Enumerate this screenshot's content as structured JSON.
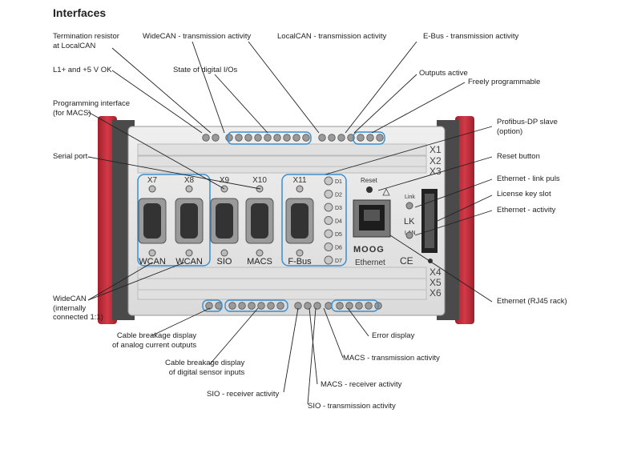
{
  "title": "Interfaces",
  "labels": {
    "termination_resistor": "Termination resistor\nat LocalCAN",
    "widecan_tx": "WideCAN - transmission activity",
    "localcan_tx": "LocalCAN - transmission activity",
    "ebus_tx": "E-Bus - transmission activity",
    "l1_5v": "L1+ and +5 V OK",
    "digital_io": "State of digital I/Os",
    "outputs_active": "Outputs active",
    "freely_programmable": "Freely programmable",
    "programming_interface": "Programming interface\n(for MACS)",
    "profibus": "Profibus-DP slave\n(option)",
    "serial_port": "Serial port",
    "reset_button": "Reset button",
    "eth_link": "Ethernet - link puls",
    "license_key": "License key slot",
    "eth_activity": "Ethernet - activity",
    "widecan": "WideCAN\n(internally\nconnected 1:1)",
    "eth_rj45": "Ethernet (RJ45 rack)",
    "cable_analog": "Cable breakage display\nof analog current outputs",
    "error_display": "Error display",
    "cable_digital": "Cable breakage display\nof digital sensor inputs",
    "macs_tx": "MACS - transmission activity",
    "macs_rx": "MACS - receiver activity",
    "sio_rx": "SIO - receiver activity",
    "sio_tx": "SIO - transmission activity"
  },
  "device": {
    "ports": [
      {
        "id": "X7",
        "name": "WCAN"
      },
      {
        "id": "X8",
        "name": "WCAN"
      },
      {
        "id": "X9",
        "name": "SIO"
      },
      {
        "id": "X10",
        "name": "MACS"
      },
      {
        "id": "X11",
        "name": "F-Bus"
      }
    ],
    "diag_leds": [
      "D1",
      "D2",
      "D3",
      "D4",
      "D5",
      "D6",
      "D7"
    ],
    "reset_label": "Reset",
    "link_label": "Link",
    "lk_label": "LK",
    "lan_label": "LAN",
    "ethernet_label": "Ethernet",
    "brand": "MOOG",
    "ce_mark": "CE",
    "rows_top": [
      "X1",
      "X2",
      "X3"
    ],
    "rows_bottom": [
      "X4",
      "X5",
      "X6"
    ]
  },
  "colors": {
    "highlight": "#3a8fd0",
    "body": "#e6e6e6",
    "rail": "#c4303e",
    "line": "#222222"
  }
}
